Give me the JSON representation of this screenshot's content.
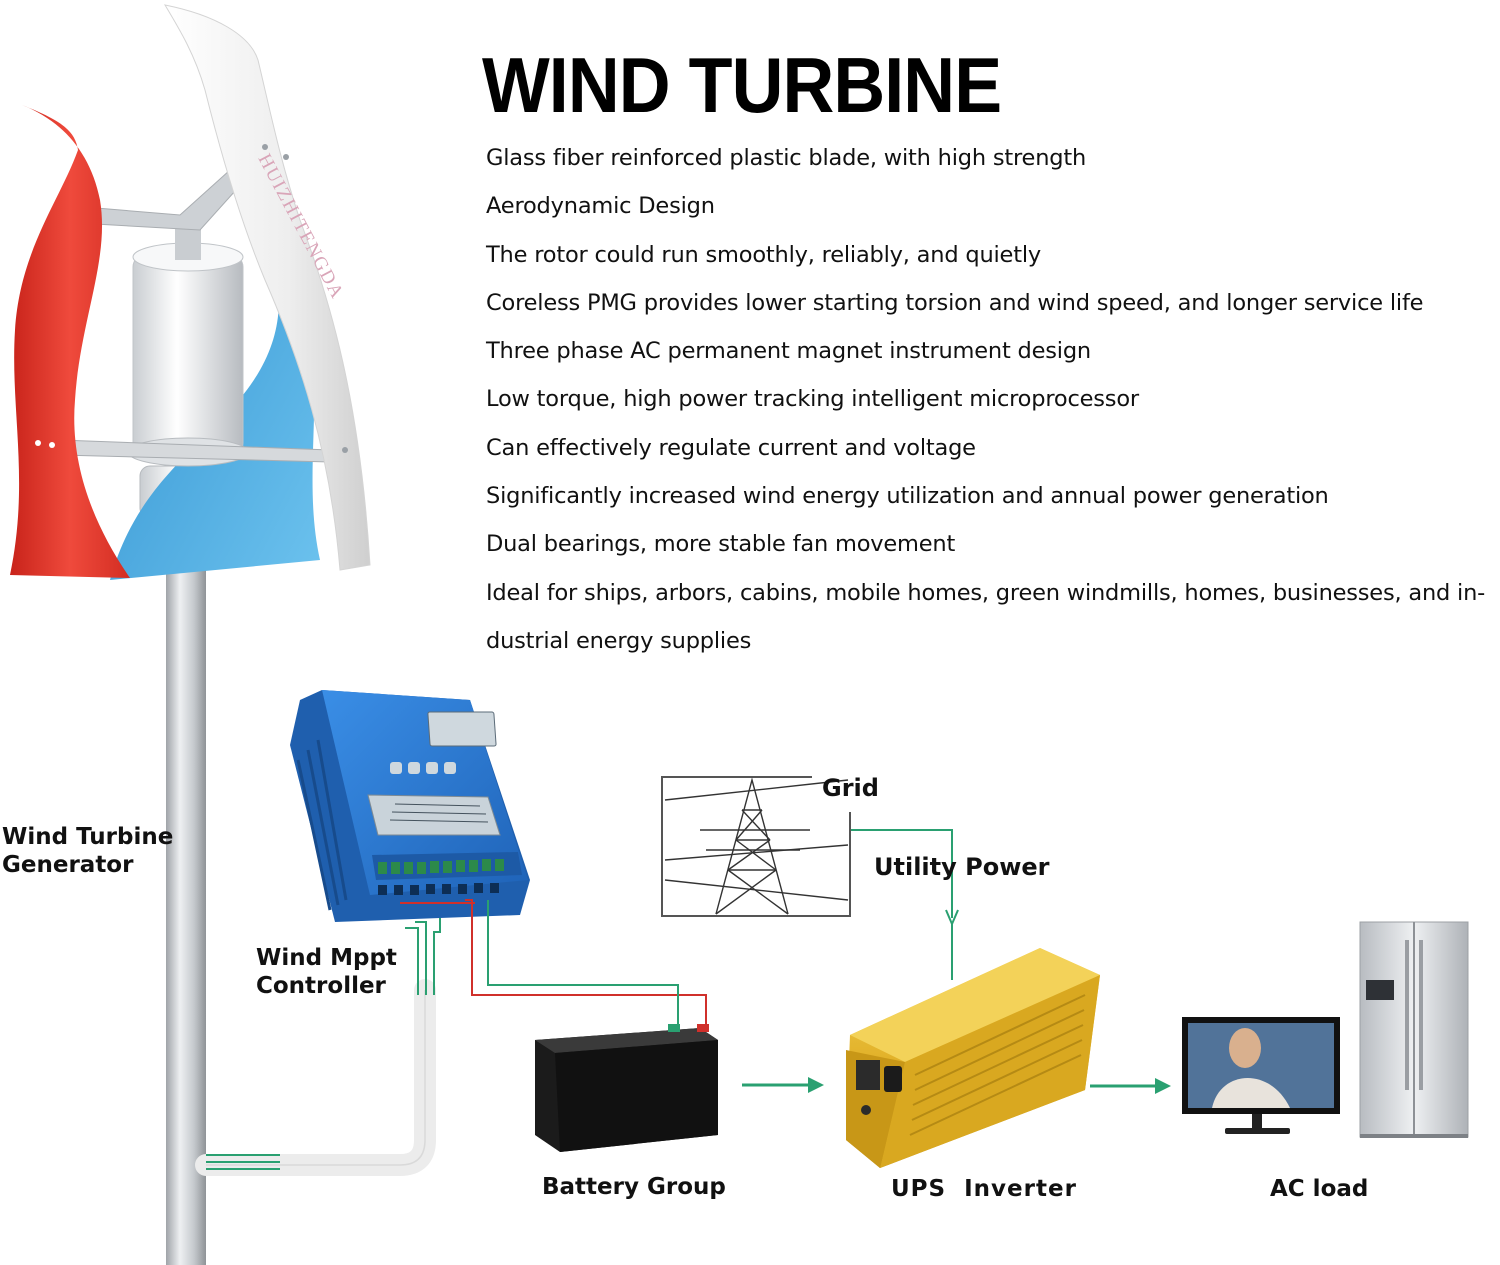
{
  "title": "WIND TURBINE",
  "features": [
    "Glass fiber reinforced plastic blade, with high strength",
    "Aerodynamic Design",
    "The rotor could run smoothly, reliably, and quietly",
    "Coreless PMG provides lower starting torsion and wind speed, and longer service life",
    "Three phase AC permanent magnet instrument design",
    "Low torque, high power tracking intelligent microprocessor",
    "Can effectively regulate current and voltage",
    "Significantly increased wind energy utilization and annual power generation",
    "Dual bearings, more stable fan movement",
    "Ideal for ships, arbors, cabins, mobile homes, green windmills, homes, businesses, and in-",
    "dustrial energy supplies"
  ],
  "brand_on_blade": "HUIZHITENGDA",
  "diagram": {
    "generator_label_line1": "Wind Turbine",
    "generator_label_line2": "Generator",
    "controller_label_line1": "Wind Mppt",
    "controller_label_line2": "Controller",
    "grid_label": "Grid",
    "utility_label": "Utility Power",
    "battery_label": "Battery Group",
    "inverter_label": "UPS  Inverter",
    "load_label": "AC load"
  },
  "colors": {
    "flow_arrow": "#2aa071",
    "wire_green": "#2aa071",
    "wire_red": "#d0302b",
    "blade_red": "#e23a2e",
    "blade_blue": "#3fa6dc",
    "blade_white": "#f2f2f2",
    "controller_blue": "#2f7fd6",
    "inverter_gold": "#e0b42a"
  },
  "icons": [
    "wind-turbine-illustration",
    "mppt-controller-illustration",
    "power-pylon-illustration",
    "battery-illustration",
    "ups-inverter-illustration",
    "monitor-illustration",
    "refrigerator-illustration",
    "arrow-right-icon",
    "arrow-down-icon"
  ]
}
